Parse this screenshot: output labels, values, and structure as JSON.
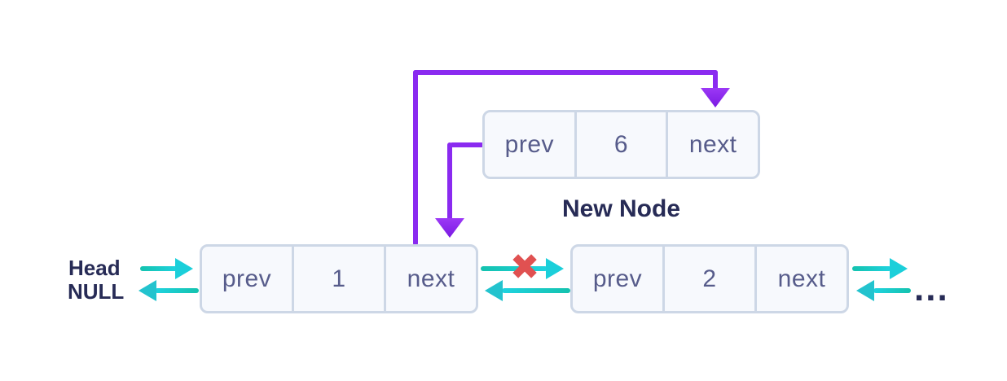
{
  "diagram": {
    "head_label": "Head",
    "null_label": "NULL",
    "new_node_caption": "New Node",
    "ellipsis": "...",
    "cross_mark": "✖"
  },
  "nodes": {
    "node1": {
      "prev_label": "prev",
      "value": "1",
      "next_label": "next"
    },
    "node2": {
      "prev_label": "prev",
      "value": "2",
      "next_label": "next"
    },
    "new_node": {
      "prev_label": "prev",
      "value": "6",
      "next_label": "next"
    }
  },
  "colors": {
    "pointer_purple": "#8a2af0",
    "pointer_teal_start": "#14c2ae",
    "pointer_teal_end": "#1fd3e0",
    "cross_red": "#e05151",
    "label_navy": "#272b56",
    "cell_text": "#575c8b",
    "box_border": "#cdd7e6",
    "box_background": "#f7f9fd"
  }
}
